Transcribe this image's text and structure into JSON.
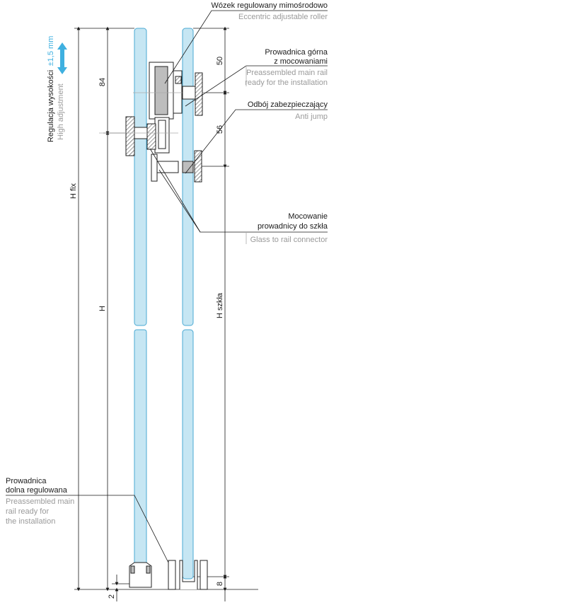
{
  "labels": {
    "roller": {
      "pl": "Wózek regulowany mimośrodowo",
      "en": "Eccentric adjustable roller"
    },
    "top_rail": {
      "pl_1": "Prowadnica górna",
      "pl_2": "z mocowaniami",
      "en_1": "Preassembled main rail",
      "en_2": "ready for the installation"
    },
    "anti_jump": {
      "pl": "Odbój zabezpieczający",
      "en": "Anti jump"
    },
    "connector": {
      "pl_1": "Mocowanie",
      "pl_2": "prowadnicy do szkła",
      "en": "Glass to rail connector"
    },
    "bottom_rail": {
      "pl_1": "Prowadnica",
      "pl_2": "dolna regulowana",
      "en_1": "Preassembled main",
      "en_2": "rail ready for",
      "en_3": "the installation"
    },
    "height_adj": {
      "pl": "Regulacja wysokości",
      "en": "High adjustment",
      "range": "±1,5 mm"
    }
  },
  "dimensions": {
    "h_fix": "H fix",
    "h": "H",
    "h_glass": "H szkła",
    "d84": "84",
    "d50": "50",
    "d56": "56",
    "d8": "8",
    "d2": "2"
  },
  "colors": {
    "glass": "#c6e6f3",
    "accent": "#3fb0e0"
  }
}
